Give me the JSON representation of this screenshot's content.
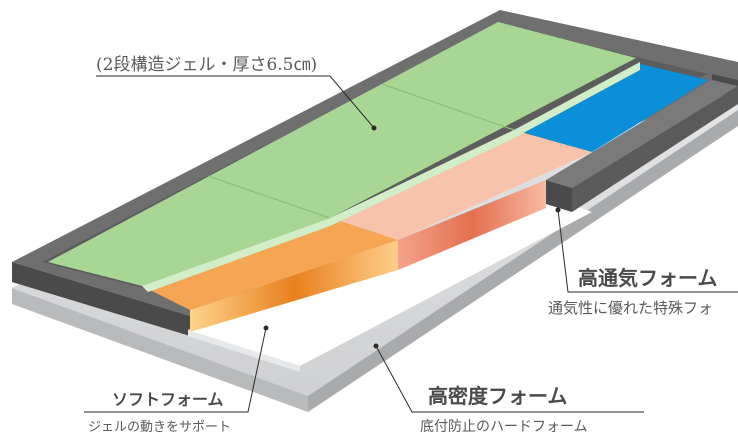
{
  "labels": {
    "gel": "(2段構造ジェル・厚さ6.5㎝)",
    "high_vent_title": "高通気フォーム",
    "high_vent_sub": "通気性に優れた特殊フォ",
    "soft_title": "ソフトフォーム",
    "soft_sub": "ジェルの動きをサポート",
    "high_density_title": "高密度フォーム",
    "high_density_sub": "底付防止のハードフォーム"
  },
  "colors": {
    "frame_top": "#707070",
    "frame_front": "#4b4b4b",
    "base_top": "#e0e1e3",
    "base_side": "#b8b9bb",
    "gel": "#a8d795",
    "gel_edge": "#cdebc3",
    "orange": "#f5a24e",
    "peach": "#f6c1a8",
    "blue": "#0a8fd8",
    "white_foam": "#ffffff",
    "leader": "#2a2a2a"
  }
}
